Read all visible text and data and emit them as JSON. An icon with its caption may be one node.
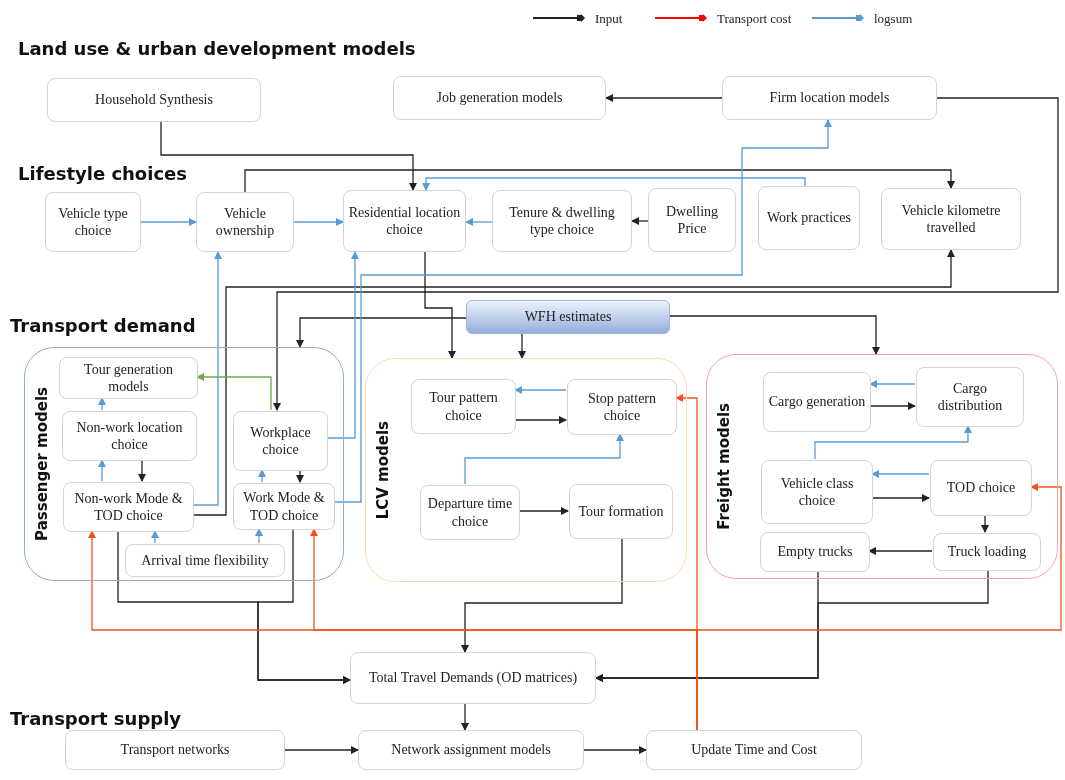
{
  "diagram": {
    "nodes": [
      {
        "text": [
          "Household Synthesis"
        ]
      },
      {
        "text": [
          "Job generation models"
        ]
      },
      {
        "text": [
          "Firm location models"
        ]
      },
      {
        "text": [
          "Vehicle type choice"
        ]
      },
      {
        "text": [
          "Vehicle ownership"
        ]
      },
      {
        "text": [
          "Residential location choice"
        ]
      },
      {
        "text": [
          "Tenure & dwelling type choice"
        ]
      },
      {
        "text": [
          "Dwelling Price"
        ]
      },
      {
        "text": [
          "Work practices"
        ]
      },
      {
        "text": [
          "Vehicle kilometre travelled"
        ]
      },
      {
        "text": [
          "WFH estimates"
        ]
      },
      {
        "text": [
          "Passenger models"
        ]
      },
      {
        "text": [
          "Tour generation models"
        ],
        "in": 11
      },
      {
        "text": [
          "Non-work location choice"
        ],
        "in": 11
      },
      {
        "text": [
          "Workplace choice"
        ],
        "in": 11
      },
      {
        "text": [
          "Non-work Mode & TOD choice"
        ],
        "in": 11
      },
      {
        "text": [
          "Work Mode & TOD choice"
        ],
        "in": 11
      },
      {
        "text": [
          "Arrival time flexibility"
        ],
        "in": 11
      },
      {
        "text": [
          "LCV models"
        ]
      },
      {
        "text": [
          "Tour pattern choice"
        ],
        "in": 18
      },
      {
        "text": [
          "Stop pattern choice"
        ],
        "in": 18
      },
      {
        "text": [
          "Departure time choice"
        ],
        "in": 18
      },
      {
        "text": [
          "Tour formation"
        ],
        "in": 18
      },
      {
        "text": [
          "Freight models"
        ]
      },
      {
        "text": [
          "Cargo generation"
        ],
        "in": 23
      },
      {
        "text": [
          "Cargo distribution"
        ],
        "in": 23
      },
      {
        "text": [
          "Vehicle class choice"
        ],
        "in": 23
      },
      {
        "text": [
          "TOD choice"
        ],
        "in": 23
      },
      {
        "text": [
          "Empty trucks"
        ],
        "in": 23
      },
      {
        "text": [
          "Truck loading"
        ],
        "in": 23
      },
      {
        "text": [
          "Total Travel Demands (OD matrices)"
        ]
      },
      {
        "text": [
          "Transport networks"
        ]
      },
      {
        "text": [
          "Network assignment models"
        ]
      },
      {
        "text": [
          "Update Time and Cost"
        ]
      }
    ],
    "edges": [
      {
        "from": 2,
        "to": 1,
        "arrow": "to"
      },
      {
        "from": 0,
        "to": 5,
        "arrow": "to"
      },
      {
        "from": 4,
        "to": 9,
        "arrow": "to"
      },
      {
        "from": 2,
        "to": 14,
        "arrow": "to"
      },
      {
        "from": 15,
        "to": 9,
        "arrow": "to"
      },
      {
        "from": 5,
        "to": 18,
        "arrow": "to"
      },
      {
        "from": 10,
        "to": 11,
        "arrow": "to"
      },
      {
        "from": 10,
        "to": 18,
        "arrow": "to"
      },
      {
        "from": 10,
        "to": 23,
        "arrow": "to"
      },
      {
        "from": 13,
        "to": 15,
        "arrow": "to"
      },
      {
        "from": 14,
        "to": 16,
        "arrow": "to"
      },
      {
        "from": 19,
        "to": 20,
        "arrow": "to"
      },
      {
        "from": 21,
        "to": 22,
        "arrow": "to"
      },
      {
        "from": 24,
        "to": 25,
        "arrow": "to"
      },
      {
        "from": 26,
        "to": 27,
        "arrow": "to"
      },
      {
        "from": 27,
        "to": 29,
        "arrow": "to"
      },
      {
        "from": 29,
        "to": 28,
        "arrow": "to"
      },
      {
        "from": 15,
        "to": 30,
        "arrow": "to"
      },
      {
        "from": 16,
        "to": 30,
        "arrow": "to"
      },
      {
        "from": 22,
        "to": 30,
        "arrow": "to"
      },
      {
        "from": 28,
        "to": 30,
        "arrow": "to"
      },
      {
        "from": 29,
        "to": 30,
        "arrow": "to"
      },
      {
        "from": 30,
        "to": 32,
        "arrow": "to"
      },
      {
        "from": 31,
        "to": 32,
        "arrow": "to"
      },
      {
        "from": 32,
        "to": 33,
        "arrow": "to"
      },
      {
        "from": 7,
        "to": 6,
        "arrow": "to"
      },
      {
        "from": 3,
        "to": 4,
        "arrow": "to",
        "color": "#5b9bd5"
      },
      {
        "from": 4,
        "to": 5,
        "arrow": "to",
        "color": "#5b9bd5"
      },
      {
        "from": 6,
        "to": 5,
        "arrow": "to",
        "color": "#5b9bd5"
      },
      {
        "from": 8,
        "to": 5,
        "arrow": "to",
        "color": "#5b9bd5"
      },
      {
        "from": 15,
        "to": 4,
        "arrow": "to",
        "color": "#5b9bd5"
      },
      {
        "from": 14,
        "to": 5,
        "arrow": "to",
        "color": "#5b9bd5"
      },
      {
        "from": 16,
        "to": 2,
        "arrow": "to",
        "color": "#5b9bd5"
      },
      {
        "from": 14,
        "to": 12,
        "arrow": "to",
        "color": "#70ad47"
      },
      {
        "from": 15,
        "to": 13,
        "arrow": "to",
        "color": "#5b9bd5"
      },
      {
        "from": 13,
        "to": 12,
        "arrow": "to",
        "color": "#5b9bd5"
      },
      {
        "from": 16,
        "to": 14,
        "arrow": "to",
        "color": "#5b9bd5"
      },
      {
        "from": 17,
        "to": 15,
        "arrow": "to",
        "color": "#5b9bd5"
      },
      {
        "from": 17,
        "to": 16,
        "arrow": "to",
        "color": "#5b9bd5"
      },
      {
        "from": 20,
        "to": 19,
        "arrow": "to",
        "color": "#5b9bd5"
      },
      {
        "from": 21,
        "to": 20,
        "arrow": "to",
        "color": "#5b9bd5"
      },
      {
        "from": 25,
        "to": 24,
        "arrow": "to",
        "color": "#5b9bd5"
      },
      {
        "from": 27,
        "to": 26,
        "arrow": "to",
        "color": "#5b9bd5"
      },
      {
        "from": 26,
        "to": 25,
        "arrow": "to",
        "color": "#5b9bd5"
      },
      {
        "from": 33,
        "to": 15,
        "arrow": "to",
        "color": "#f4511e"
      },
      {
        "from": 33,
        "to": 16,
        "arrow": "to",
        "color": "#f4511e"
      },
      {
        "from": 33,
        "to": 20,
        "arrow": "to",
        "color": "#f4511e"
      },
      {
        "from": 33,
        "to": 27,
        "arrow": "to",
        "color": "#f4511e"
      }
    ],
    "labels": [
      "Land use & urban development models",
      "Lifestyle choices",
      "Transport demand",
      "Transport supply"
    ],
    "legend": [
      {
        "text": "Input",
        "color": "#222222"
      },
      {
        "text": "Transport cost",
        "color": "#ff0000"
      },
      {
        "text": "logsum",
        "color": "#5b9bd5"
      }
    ]
  }
}
